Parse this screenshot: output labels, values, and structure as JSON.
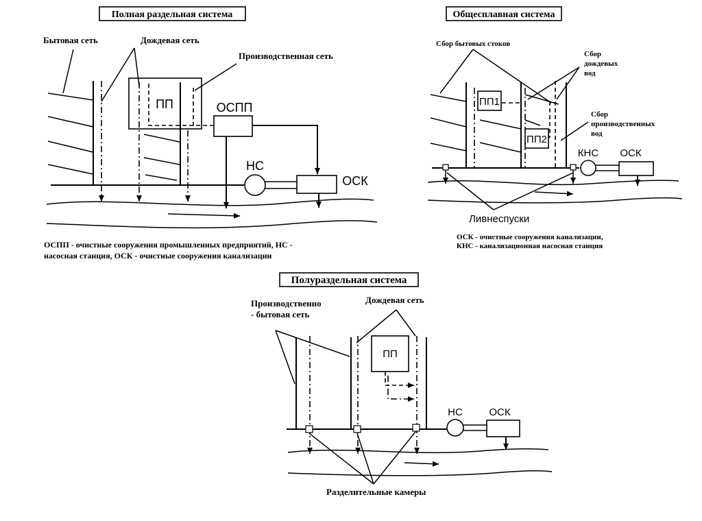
{
  "panel_full": {
    "title": "Полная раздельная система",
    "domestic_label": "Бытовая сеть",
    "rain_label": "Дождевая сеть",
    "industrial_label": "Производственная сеть",
    "pp": "ПП",
    "ospp": "ОСПП",
    "ns": "НС",
    "osk": "ОСК",
    "note_line1": "ОСПП - очистные сооружения промышленных предприятий, НС -",
    "note_line2": "насосная станция, ОСК - очистные сооружения канализации"
  },
  "panel_combined": {
    "title": "Общесплавная система",
    "domestic_label": "Сбор бытовых стоков",
    "rain_line1": "Сбор",
    "rain_line2": "дождевых",
    "rain_line3": "вод",
    "ind_line1": "Сбор",
    "ind_line2": "производственных",
    "ind_line3": "вод",
    "pp1": "ПП1",
    "pp2": "ПП2",
    "kns": "КНС",
    "osk": "ОСК",
    "overflow_label": "Ливнеспуски",
    "note_line1": "ОСК - очистные сооружения канализации,",
    "note_line2": "КНС - канализационная насосная станция"
  },
  "panel_semi": {
    "title": "Полураздельная система",
    "ind_line1": "Производственно",
    "ind_line2": "- бытовая сеть",
    "rain_label": "Дождевая сеть",
    "pp": "ПП",
    "ns": "НС",
    "osk": "ОСК",
    "chambers_label": "Разделительные камеры"
  }
}
